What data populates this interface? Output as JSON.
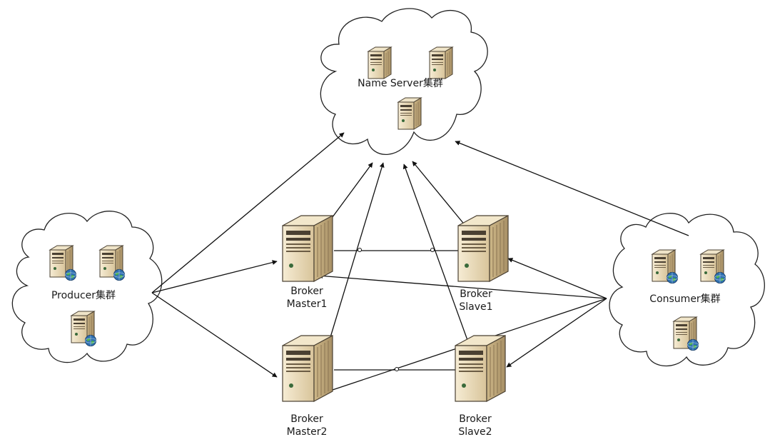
{
  "clusters": {
    "name_server": {
      "label": "Name Server集群"
    },
    "producer": {
      "label": "Producer集群"
    },
    "consumer": {
      "label": "Consumer集群"
    }
  },
  "brokers": {
    "master1": {
      "line1": "Broker",
      "line2": "Master1"
    },
    "slave1": {
      "line1": "Broker",
      "line2": "Slave1"
    },
    "master2": {
      "line1": "Broker",
      "line2": "Master2"
    },
    "slave2": {
      "line1": "Broker",
      "line2": "Slave2"
    }
  },
  "connections": [
    {
      "from": "producer",
      "to": "name_server"
    },
    {
      "from": "producer",
      "to": "master1"
    },
    {
      "from": "producer",
      "to": "master2"
    },
    {
      "from": "master1",
      "to": "name_server"
    },
    {
      "from": "master2",
      "to": "name_server"
    },
    {
      "from": "slave1",
      "to": "name_server"
    },
    {
      "from": "slave2",
      "to": "name_server"
    },
    {
      "from": "master1",
      "to": "slave1"
    },
    {
      "from": "master2",
      "to": "slave2"
    },
    {
      "from": "consumer",
      "to": "name_server"
    },
    {
      "from": "consumer",
      "to": "master1"
    },
    {
      "from": "consumer",
      "to": "slave1"
    },
    {
      "from": "consumer",
      "to": "master2"
    },
    {
      "from": "consumer",
      "to": "slave2"
    }
  ],
  "colors": {
    "line": "#111111",
    "server_body": "#efe1c0",
    "server_dark": "#4a4032",
    "globe": "#2f6fb0"
  },
  "icons": [
    "cloud-icon",
    "server-icon",
    "globe-icon"
  ]
}
